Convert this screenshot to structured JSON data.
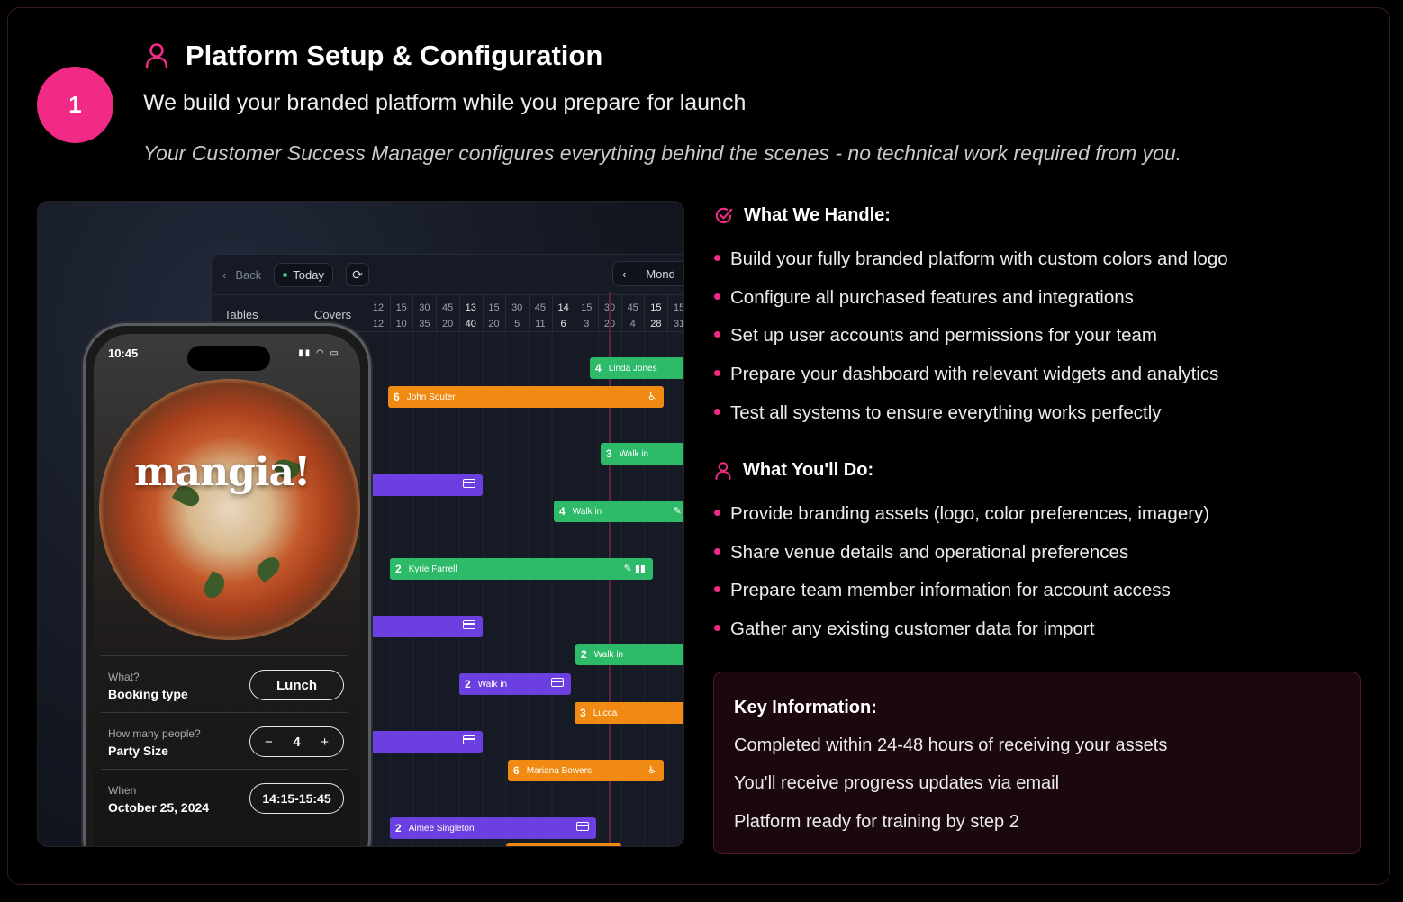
{
  "step": {
    "number": "1"
  },
  "header": {
    "title": "Platform Setup & Configuration",
    "subtitle": "We build your branded platform while you prepare for launch",
    "tagline": "Your Customer Success Manager configures everything behind the scenes - no technical work required from you."
  },
  "mock": {
    "dashboard": {
      "back_label": "Back",
      "today_label": "Today",
      "day_label": "Mond",
      "col_tables": "Tables",
      "col_covers": "Covers",
      "ticks": [
        {
          "top": "12",
          "bottom": "12",
          "hour": false
        },
        {
          "top": "15",
          "bottom": "10",
          "hour": false
        },
        {
          "top": "30",
          "bottom": "35",
          "hour": false
        },
        {
          "top": "45",
          "bottom": "20",
          "hour": false
        },
        {
          "top": "13",
          "bottom": "40",
          "hour": true
        },
        {
          "top": "15",
          "bottom": "20",
          "hour": false
        },
        {
          "top": "30",
          "bottom": "5",
          "hour": false
        },
        {
          "top": "45",
          "bottom": "11",
          "hour": false
        },
        {
          "top": "14",
          "bottom": "6",
          "hour": true
        },
        {
          "top": "15",
          "bottom": "3",
          "hour": false
        },
        {
          "top": "30",
          "bottom": "20",
          "hour": false
        },
        {
          "top": "45",
          "bottom": "4",
          "hour": false
        },
        {
          "top": "15",
          "bottom": "28",
          "hour": true
        },
        {
          "top": "15",
          "bottom": "31",
          "hour": false
        }
      ],
      "bookings": {
        "b1": {
          "covers": "4",
          "name": "Linda Jones"
        },
        "b2": {
          "covers": "6",
          "name": "John Souter"
        },
        "b3": {
          "covers": "3",
          "name": "Walk in"
        },
        "b4": {
          "covers": "4",
          "name": "Walk in"
        },
        "b5": {
          "covers": "2",
          "name": "Kyrie Farrell"
        },
        "b6": {
          "covers": "2",
          "name": "Walk in"
        },
        "b7": {
          "covers": "2",
          "name": "Walk in"
        },
        "b8": {
          "covers": "3",
          "name": "Lucca"
        },
        "b9": {
          "covers": "6",
          "name": "Mariana Bowers"
        },
        "b10": {
          "covers": "2",
          "name": "Aimee Singleton"
        }
      }
    },
    "phone": {
      "time": "10:45",
      "brand": "mangia!",
      "rows": {
        "booking": {
          "question": "What?",
          "label": "Booking type",
          "value": "Lunch"
        },
        "party": {
          "question": "How many people?",
          "label": "Party Size",
          "value": "4",
          "minus": "−",
          "plus": "+"
        },
        "when": {
          "question": "When",
          "label": "October 25, 2024",
          "value": "14:15-15:45"
        }
      }
    }
  },
  "handle": {
    "heading": "What We Handle:",
    "items": [
      "Build your fully branded platform with custom colors and logo",
      "Configure all purchased features and integrations",
      "Set up user accounts and permissions for your team",
      "Prepare your dashboard with relevant widgets and analytics",
      "Test all systems to ensure everything works perfectly"
    ]
  },
  "you_do": {
    "heading": "What You'll Do:",
    "items": [
      "Provide branding assets (logo, color preferences, imagery)",
      "Share venue details and operational preferences",
      "Prepare team member information for account access",
      "Gather any existing customer data for import"
    ]
  },
  "key_info": {
    "heading": "Key Information:",
    "items": [
      "Completed within 24-48 hours of receiving your assets",
      "You'll receive progress updates via email",
      "Platform ready for training by step 2"
    ]
  },
  "colors": {
    "accent": "#f12a85",
    "green": "#2dbb6a",
    "orange": "#f08a12",
    "purple": "#6c3fe0"
  }
}
